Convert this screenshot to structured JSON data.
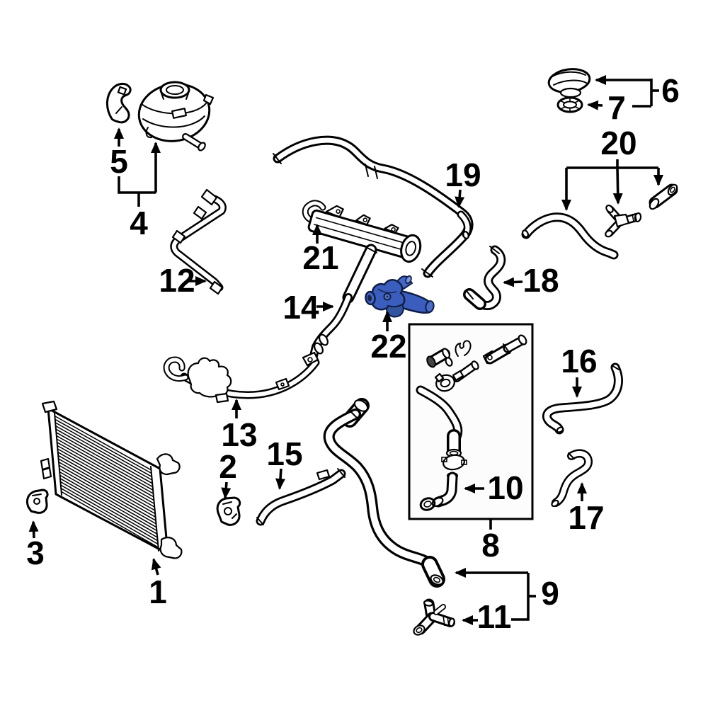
{
  "diagram": {
    "type": "exploded-parts-diagram",
    "subject": "engine cooling system: radiator, expansion tank, hoses and fittings",
    "background_color": "#ffffff",
    "line_color": "#000000",
    "highlight_color": "#3B5EBE",
    "highlighted_callout": "22",
    "callouts": {
      "c1": {
        "label": "1"
      },
      "c2": {
        "label": "2"
      },
      "c3": {
        "label": "3"
      },
      "c4": {
        "label": "4"
      },
      "c5": {
        "label": "5"
      },
      "c6": {
        "label": "6"
      },
      "c7": {
        "label": "7"
      },
      "c8": {
        "label": "8"
      },
      "c9": {
        "label": "9"
      },
      "c10": {
        "label": "10"
      },
      "c11": {
        "label": "11"
      },
      "c12": {
        "label": "12"
      },
      "c13": {
        "label": "13"
      },
      "c14": {
        "label": "14"
      },
      "c15": {
        "label": "15"
      },
      "c16": {
        "label": "16"
      },
      "c17": {
        "label": "17"
      },
      "c18": {
        "label": "18"
      },
      "c19": {
        "label": "19"
      },
      "c20": {
        "label": "20"
      },
      "c21": {
        "label": "21"
      },
      "c22": {
        "label": "22"
      }
    }
  }
}
